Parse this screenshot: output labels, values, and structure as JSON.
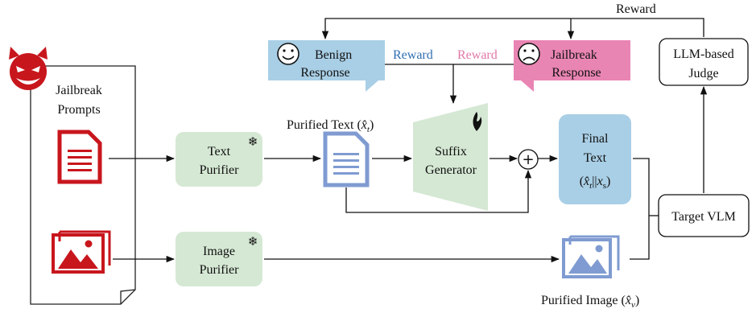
{
  "input": {
    "label_line1": "Jailbreak",
    "label_line2": "Prompts"
  },
  "text_purifier": {
    "label_line1": "Text",
    "label_line2": "Purifier"
  },
  "image_purifier": {
    "label_line1": "Image",
    "label_line2": "Purifier"
  },
  "purified_text": {
    "label": "Purified Text (",
    "symbol": "x̂",
    "subscript": "t",
    "close": ")"
  },
  "purified_image": {
    "label": "Purified Image (",
    "symbol": "x̂",
    "subscript": "v",
    "close": ")"
  },
  "suffix_generator": {
    "label_line1": "Suffix",
    "label_line2": "Generator"
  },
  "final_text": {
    "label_line1": "Final",
    "label_line2": "Text",
    "formula_open": "(",
    "formula_symbol": "x̂",
    "formula_sub1": "t",
    "formula_mid": "||",
    "formula_x": "x",
    "formula_sub2": "s",
    "formula_close": ")"
  },
  "target_vlm": {
    "label": "Target VLM"
  },
  "judge": {
    "label_line1": "LLM-based",
    "label_line2": "Judge"
  },
  "benign_response": {
    "label_line1": "Benign",
    "label_line2": "Response"
  },
  "jailbreak_response": {
    "label_line1": "Jailbreak",
    "label_line2": "Response"
  },
  "reward_top": "Reward",
  "reward_blue": "Reward",
  "reward_pink": "Reward",
  "plus_symbol": "+",
  "colors": {
    "green": "#d5e8d4",
    "blue_box": "#a9cfe6",
    "pink_box": "#e985b3",
    "red_icon": "#c8161d",
    "doc_blue": "#7f9bd1",
    "reward_blue": "#2f6fb0",
    "reward_pink": "#e178a8"
  }
}
